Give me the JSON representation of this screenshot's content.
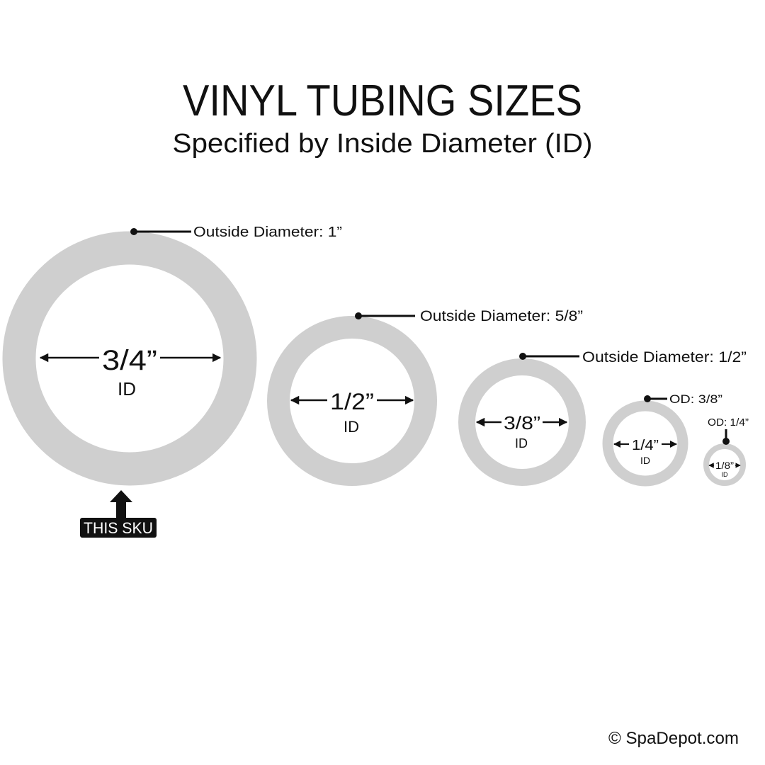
{
  "title": "VINYL TUBING SIZES",
  "subtitle": "Specified by Inside Diameter (ID)",
  "tube_color": "#cfcfcf",
  "tubes": [
    {
      "id_label": "3/4”",
      "id_text": "ID",
      "od_label": "Outside Diameter: 1”"
    },
    {
      "id_label": "1/2”",
      "id_text": "ID",
      "od_label": "Outside Diameter: 5/8”"
    },
    {
      "id_label": "3/8”",
      "id_text": "ID",
      "od_label": "Outside Diameter: 1/2”"
    },
    {
      "id_label": "1/4”",
      "id_text": "ID",
      "od_label": "OD: 3/8”"
    },
    {
      "id_label": "1/8”",
      "id_text": "ID",
      "od_label": "OD: 1/4”"
    }
  ],
  "this_sku_label": "THIS SKU",
  "copyright": "© SpaDepot.com"
}
